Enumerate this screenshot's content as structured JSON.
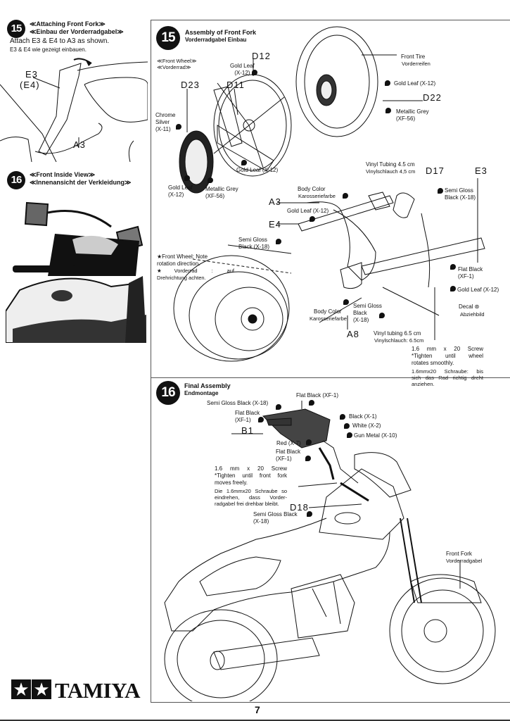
{
  "left": {
    "step15": {
      "number": "15",
      "title_en": "≪Attaching Front Fork≫",
      "title_de": "≪Einbau der Vorderradgabel≫",
      "instr_en": "Attach E3 & E4 to A3 as shown.",
      "instr_de": "E3 & E4 wie gezeigt einbauen.",
      "parts": {
        "e3": "E3",
        "e4": "(E4)",
        "a3": "A3"
      }
    },
    "step16": {
      "number": "16",
      "title_en": "≪Front Inside View≫",
      "title_de": "≪Innenansicht der Verkleidung≫"
    },
    "logo": "TAMIYA"
  },
  "assembly15": {
    "number": "15",
    "title_en": "Assembly of Front Fork",
    "title_de": "Vorderradgabel Einbau",
    "front_wheel_en": "≪Front Wheel≫",
    "front_wheel_de": "≪Vorderrad≫",
    "parts": {
      "d12": "D12",
      "d23": "D23",
      "d11": "D11",
      "d22": "D22",
      "d17": "D17",
      "e3": "E3",
      "a3": "A3",
      "e4": "E4",
      "a8": "A8"
    },
    "labels": {
      "front_tire_en": "Front Tire",
      "front_tire_de": "Vorderreifen",
      "gold_leaf_d12": [
        "Gold Leaf",
        "(X-12)"
      ],
      "gold_leaf_tire": "Gold Leaf (X-12)",
      "metallic_grey_tire": [
        "Metallic Grey",
        "(XF-56)"
      ],
      "chrome_silver": [
        "Chrome",
        "Silver",
        "(X-11)"
      ],
      "gold_leaf_hub": "Gold Leaf (X-12)",
      "gold_leaf_disc": [
        "Gold Leaf",
        "(X-12)"
      ],
      "metallic_grey_disc": [
        "Metallic Grey",
        "(XF-56)"
      ],
      "vinyl_45_en": "Vinyl Tubing 4.5 cm",
      "vinyl_45_de": "Vinylschlauch 4,5 cm",
      "body_color_en": "Body Color",
      "body_color_de": "Karosseriefarbe",
      "gold_leaf_e4": "Gold Leaf (X-12)",
      "semi_gloss_d17": [
        "Semi Gloss",
        "Black (X-18)"
      ],
      "semi_gloss_e4": [
        "Semi Gloss",
        "Black (X-18)"
      ],
      "note_en": [
        "★Front Wheel: Note",
        "rotation direction."
      ],
      "note_de": [
        "★Vorderrad : auf",
        "Drehrichtung achten."
      ],
      "flat_black": [
        "Flat Black",
        "(XF-1)"
      ],
      "gold_leaf_fork": "Gold Leaf (X-12)",
      "decal_en": "Decal ⊛",
      "decal_de": "Abziehbild",
      "body_color2_en": "Body Color",
      "body_color2_de": "Karosseriefarbe",
      "semi_gloss_a8": [
        "Semi Gloss",
        "Black",
        "(X-18)"
      ],
      "vinyl_65_en": "Vinyl tubing 6.5 cm",
      "vinyl_65_de": "Vinylschlauch: 6.5cm",
      "screw_en": [
        "1.6 mm x 20 Screw",
        "*Tighten until wheel",
        "rotates smoothly."
      ],
      "screw_de": [
        "1.6mmx20 Schraube: bis",
        "sich das Rad richtig dreht",
        "anziehen."
      ]
    }
  },
  "assembly16": {
    "number": "16",
    "title_en": "Final Assembly",
    "title_de": "Endmontage",
    "parts": {
      "b1": "B1",
      "d18": "D18"
    },
    "labels": {
      "flat_black_top": "Flat Black (XF-1)",
      "semi_gloss_top": "Semi Gloss Black (X-18)",
      "flat_black_left": [
        "Flat Black",
        "(XF-1)"
      ],
      "black": "Black (X-1)",
      "white": "White (X-2)",
      "gun_metal": "Gun Metal (X-10)",
      "red": "Red (X-7)",
      "flat_black_low": [
        "Flat Black",
        "(XF-1)"
      ],
      "screw_en": [
        "1.6 mm x 20 Screw",
        "*Tighten until front fork",
        "moves freely."
      ],
      "screw_de": [
        "Die 1.6mmx20 Schraube so",
        "eindrehen, dass Vorder-",
        "radgabel frei drehbar bleibt."
      ],
      "semi_gloss_d18": [
        "Semi Gloss Black",
        "(X-18)"
      ],
      "front_fork_en": "Front Fork",
      "front_fork_de": "Vorderradgabel"
    }
  },
  "page_number": "7"
}
